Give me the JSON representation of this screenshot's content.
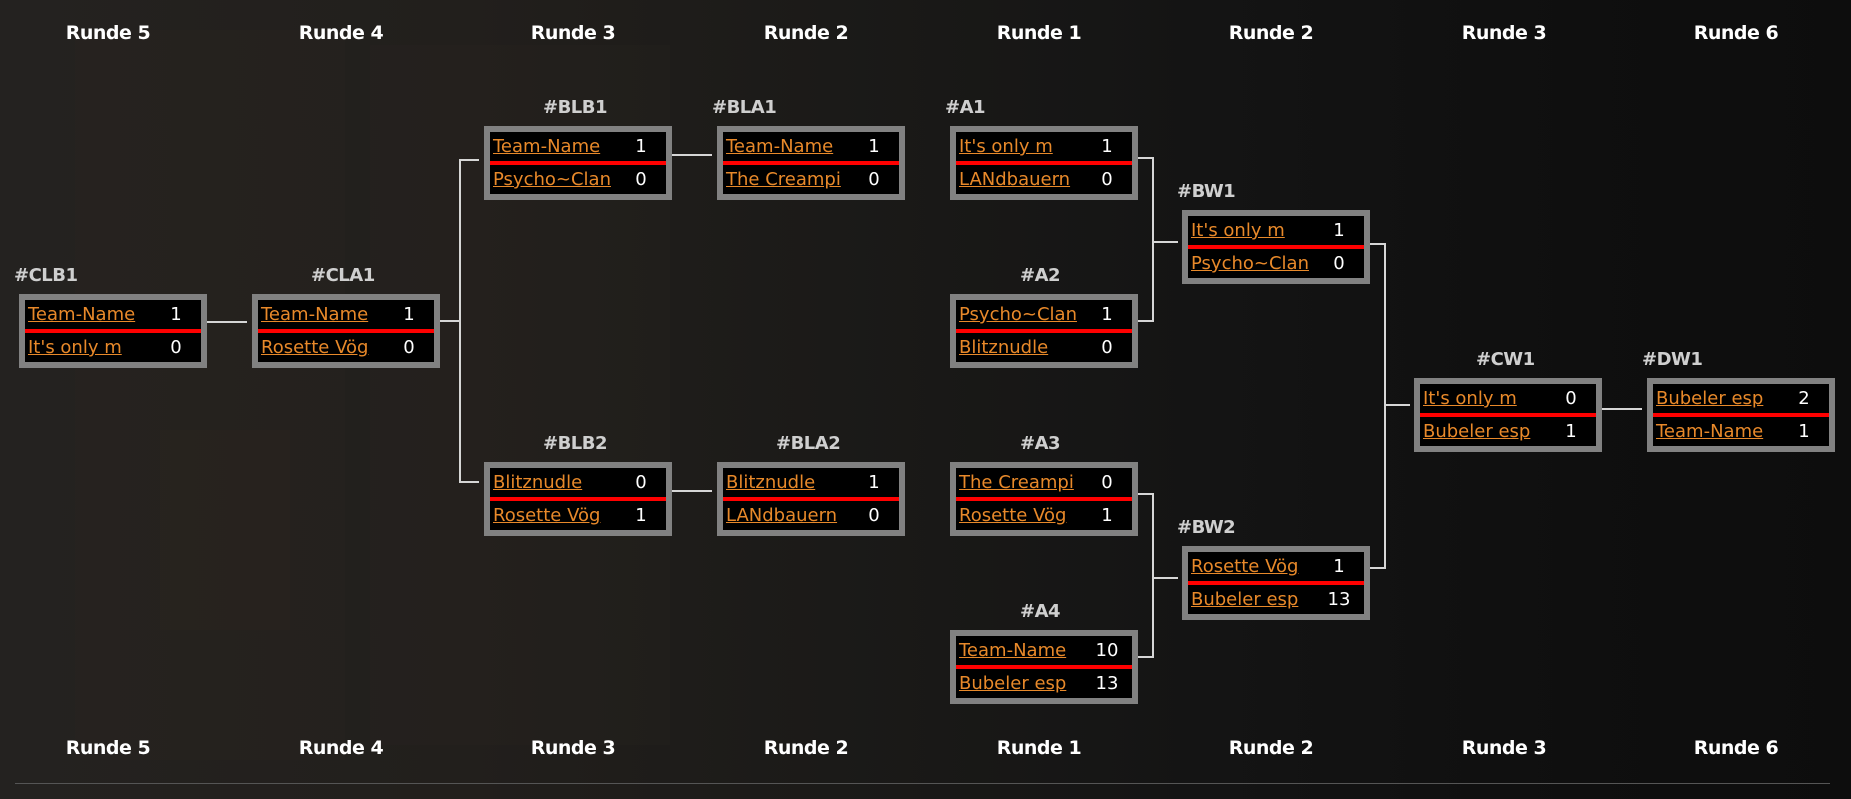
{
  "rounds_header": [
    "Runde 5",
    "Runde 4",
    "Runde 3",
    "Runde 2",
    "Runde 1",
    "Runde 2",
    "Runde 3",
    "Runde 6"
  ],
  "rounds_footer": [
    "Runde 5",
    "Runde 4",
    "Runde 3",
    "Runde 2",
    "Runde 1",
    "Runde 2",
    "Runde 3",
    "Runde 6"
  ],
  "colors": {
    "team_link": "#e8892a",
    "divider": "#ff0000",
    "box_border": "#818181",
    "connector": "#d6d6d6"
  },
  "matches": {
    "CLB1": {
      "label": "#CLB1",
      "teams": [
        {
          "name": "Team-Name",
          "score": "1"
        },
        {
          "name": "It's only m",
          "score": "0"
        }
      ]
    },
    "CLA1": {
      "label": "#CLA1",
      "teams": [
        {
          "name": "Team-Name",
          "score": "1"
        },
        {
          "name": "Rosette Vög",
          "score": "0"
        }
      ]
    },
    "BLB1": {
      "label": "#BLB1",
      "teams": [
        {
          "name": "Team-Name",
          "score": "1"
        },
        {
          "name": "Psycho~Clan",
          "score": "0"
        }
      ]
    },
    "BLB2": {
      "label": "#BLB2",
      "teams": [
        {
          "name": "Blitznudle",
          "score": "0"
        },
        {
          "name": "Rosette Vög",
          "score": "1"
        }
      ]
    },
    "BLA1": {
      "label": "#BLA1",
      "teams": [
        {
          "name": "Team-Name",
          "score": "1"
        },
        {
          "name": "The Creampi",
          "score": "0"
        }
      ]
    },
    "BLA2": {
      "label": "#BLA2",
      "teams": [
        {
          "name": "Blitznudle",
          "score": "1"
        },
        {
          "name": "LANdbauern",
          "score": "0"
        }
      ]
    },
    "A1": {
      "label": "#A1",
      "teams": [
        {
          "name": "It's only m",
          "score": "1"
        },
        {
          "name": "LANdbauern",
          "score": "0"
        }
      ]
    },
    "A2": {
      "label": "#A2",
      "teams": [
        {
          "name": "Psycho~Clan",
          "score": "1"
        },
        {
          "name": "Blitznudle",
          "score": "0"
        }
      ]
    },
    "A3": {
      "label": "#A3",
      "teams": [
        {
          "name": "The Creampi",
          "score": "0"
        },
        {
          "name": "Rosette Vög",
          "score": "1"
        }
      ]
    },
    "A4": {
      "label": "#A4",
      "teams": [
        {
          "name": "Team-Name",
          "score": "10"
        },
        {
          "name": "Bubeler esp",
          "score": "13"
        }
      ]
    },
    "BW1": {
      "label": "#BW1",
      "teams": [
        {
          "name": "It's only m",
          "score": "1"
        },
        {
          "name": "Psycho~Clan",
          "score": "0"
        }
      ]
    },
    "BW2": {
      "label": "#BW2",
      "teams": [
        {
          "name": "Rosette Vög",
          "score": "1"
        },
        {
          "name": "Bubeler esp",
          "score": "13"
        }
      ]
    },
    "CW1": {
      "label": "#CW1",
      "teams": [
        {
          "name": "It's only m",
          "score": "0"
        },
        {
          "name": "Bubeler esp",
          "score": "1"
        }
      ]
    },
    "DW1": {
      "label": "#DW1",
      "teams": [
        {
          "name": "Bubeler esp",
          "score": "2"
        },
        {
          "name": "Team-Name",
          "score": "1"
        }
      ]
    }
  }
}
